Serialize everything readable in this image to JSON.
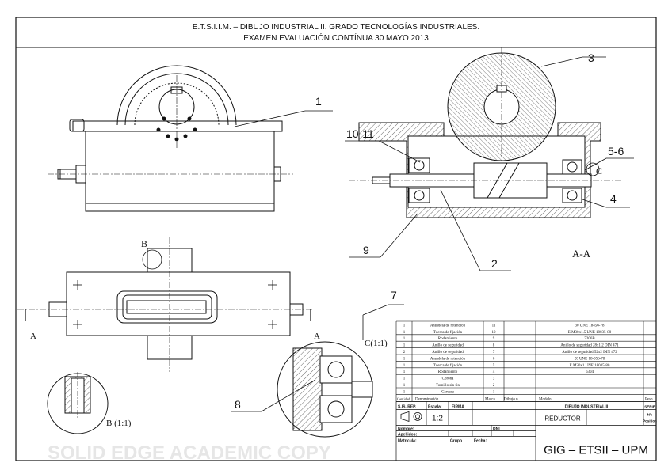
{
  "header": {
    "line1": "E.T.S.I.I.M. –   DIBUJO INDUSTRIAL II. GRADO TECNOLOGÍAS INDUSTRIALES.",
    "line2": "EXAMEN EVALUACIÓN CONTÍNUA   30 MAYO 2013"
  },
  "balloons": {
    "b1": "1",
    "b3": "3",
    "b10_11": "10-11",
    "b5_6": "5-6",
    "b4": "4",
    "b9": "9",
    "b2": "2",
    "b7": "7",
    "b8": "8"
  },
  "view_labels": {
    "section": "A-A",
    "cut_left": "A",
    "cut_right": "A",
    "detail_c_letter": "C",
    "detail_c": "C(1:1)",
    "detail_b_letter": "B",
    "detail_b": "B (1:1)"
  },
  "watermark": "SOLID EDGE ACADEMIC COPY",
  "parts_list": {
    "rows": [
      {
        "qty": "1",
        "name": "Arandela de retención",
        "mark": "11",
        "ref": "30 UNE 18456-78"
      },
      {
        "qty": "1",
        "name": "Tuerca de fijación",
        "mark": "10",
        "ref": "E.M30x1.5 UNE 18035-80"
      },
      {
        "qty": "1",
        "name": "Rodamiento",
        "mark": "9",
        "ref": "7206B"
      },
      {
        "qty": "1",
        "name": "Anillo de seguridad",
        "mark": "8",
        "ref": "Anillo de seguridad 28x1,2  DIN 471"
      },
      {
        "qty": "2",
        "name": "Anillo de seguridad",
        "mark": "7",
        "ref": "Anillo de seguridad 52x2  DIN 472"
      },
      {
        "qty": "1",
        "name": "Arandela de retención",
        "mark": "6",
        "ref": "20 UNE 18-056-78"
      },
      {
        "qty": "1",
        "name": "Tuerca de fijación",
        "mark": "5",
        "ref": "E.M20x1 UNE 18035-80"
      },
      {
        "qty": "1",
        "name": "Rodamiento",
        "mark": "4",
        "ref": "6304"
      },
      {
        "qty": "1",
        "name": "Corona",
        "mark": "3",
        "ref": ""
      },
      {
        "qty": "1",
        "name": "Tornillo sin fin",
        "mark": "2",
        "ref": ""
      },
      {
        "qty": "1",
        "name": "Carcasa",
        "mark": "1",
        "ref": ""
      }
    ],
    "header": {
      "qty": "Cantidad",
      "name": "Denominación",
      "mark": "Marca",
      "drawing": "Dibujo n",
      "model": "Modelo",
      "weight": "Peso"
    }
  },
  "title_block": {
    "sis_rep": "S.IS. REP.",
    "escala_label": "Escala:",
    "firma_label": "FIRMA",
    "scale": "1:2",
    "title_label": "DIBUJO INDUSTRIAL II",
    "name": "REDUCTOR",
    "serie": "SERIE",
    "n_label": "Nº:",
    "position": "Position",
    "nombre": "Nombre:",
    "dni": "DNI",
    "apellidos": "Apellidos:",
    "matricula": "Matrícula:",
    "grupo": "Grupo",
    "fecha": "Fecha:",
    "school": "GIG – ETSII – UPM"
  }
}
